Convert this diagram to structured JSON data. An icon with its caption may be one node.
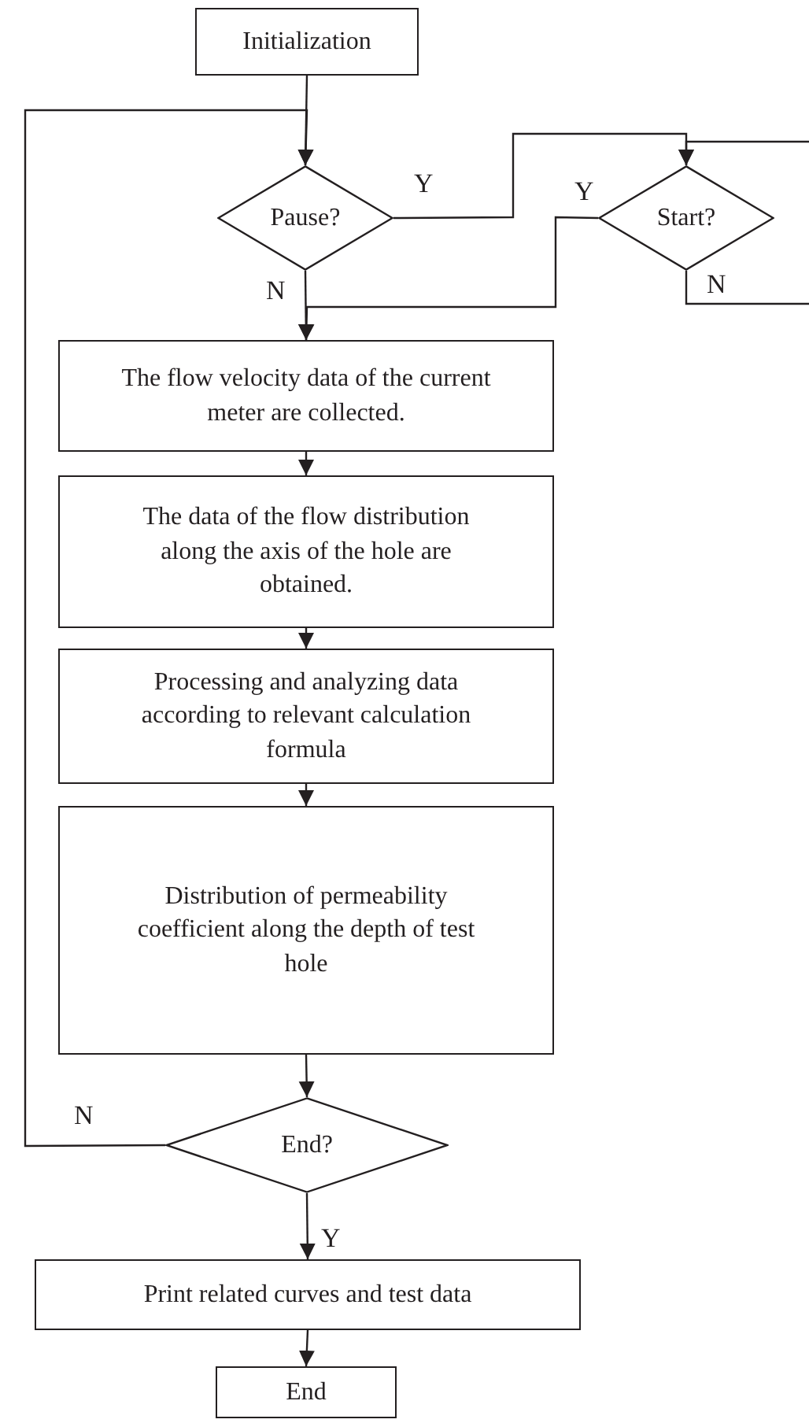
{
  "diagram": {
    "nodes": [
      {
        "text": [
          "Initialization"
        ]
      },
      {
        "text": [
          "Pause?"
        ]
      },
      {
        "text": [
          "Start?"
        ]
      },
      {
        "text": [
          "The flow velocity data of the current meter are collected."
        ]
      },
      {
        "text": [
          "The data of the flow distribution along the axis of the hole are obtained."
        ]
      },
      {
        "text": [
          "Processing and analyzing data according to relevant calculation formula"
        ]
      },
      {
        "text": [
          "Distribution of permeability coefficient along the depth of test hole"
        ]
      },
      {
        "text": [
          "End?"
        ]
      },
      {
        "text": [
          "Print related curves and test data"
        ]
      },
      {
        "text": [
          "End"
        ]
      }
    ],
    "edges": [
      {
        "from": 0,
        "to": 1,
        "arrow": "to"
      },
      {
        "from": 1,
        "to": 2,
        "arrow": "to",
        "label": "Y"
      },
      {
        "from": 2,
        "to": 3,
        "arrow": "to",
        "label": "Y"
      },
      {
        "from": 1,
        "to": 3,
        "arrow": "to",
        "label": "N"
      },
      {
        "from": 2,
        "to": null,
        "arrow": "none",
        "label": "N"
      },
      {
        "from": null,
        "to": 2,
        "arrow": "to"
      },
      {
        "from": 3,
        "to": 4,
        "arrow": "to"
      },
      {
        "from": 4,
        "to": 5,
        "arrow": "to"
      },
      {
        "from": 5,
        "to": 6,
        "arrow": "to"
      },
      {
        "from": 6,
        "to": 7,
        "arrow": "to"
      },
      {
        "from": 7,
        "to": 1,
        "arrow": "to",
        "label": "N"
      },
      {
        "from": 7,
        "to": 8,
        "arrow": "to",
        "label": "Y"
      },
      {
        "from": 8,
        "to": 9,
        "arrow": "to"
      }
    ]
  }
}
